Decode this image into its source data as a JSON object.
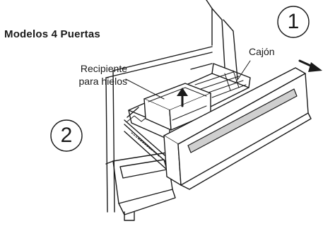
{
  "title": "Modelos 4 Puertas",
  "labels": {
    "drawer": "Cajón",
    "ice_bin_line1": "Recipiente",
    "ice_bin_line2": "para hielos"
  },
  "steps": {
    "first": "1",
    "second": "2"
  },
  "colors": {
    "line": "#1a1a1a",
    "shade": "#cfcfcf",
    "background": "#ffffff"
  },
  "icons": {
    "pull_direction": "arrow-right-down-icon",
    "lift_direction": "arrow-up-icon"
  }
}
